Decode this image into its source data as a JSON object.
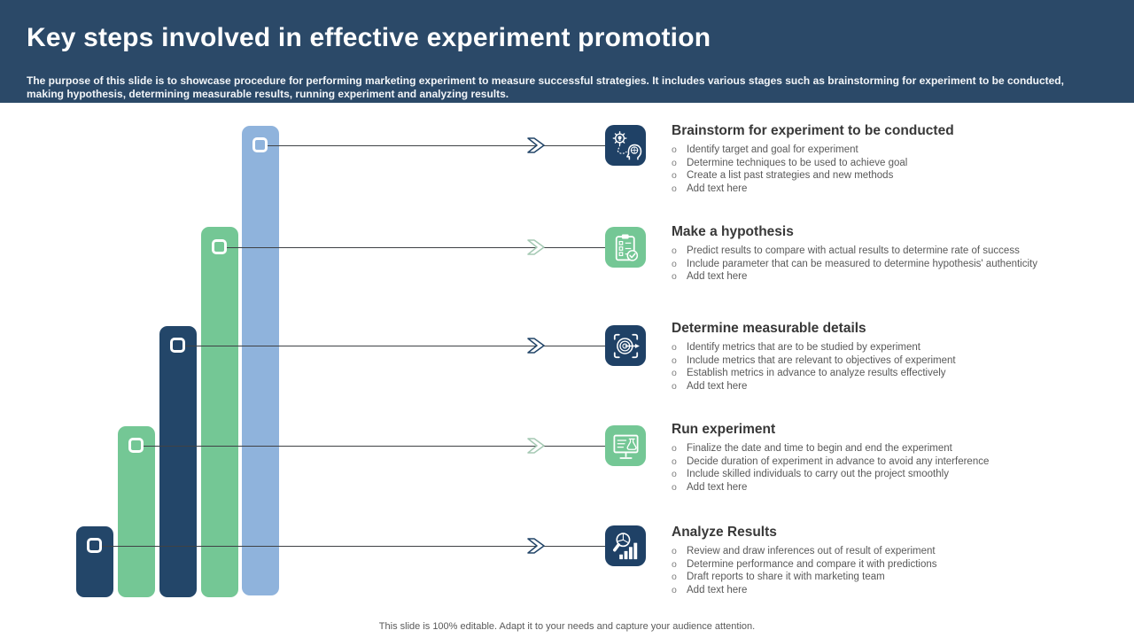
{
  "slide": {
    "title": "Key steps involved in effective experiment promotion",
    "subtitle": "The purpose of this slide is to showcase procedure for performing marketing experiment to measure successful strategies. It includes various stages such as brainstorming for experiment to be conducted, making hypothesis, determining measurable results, running experiment and analyzing results.",
    "footer": "This slide is 100% editable. Adapt it to your  needs and capture your audience attention."
  },
  "colors": {
    "header_bg": "#2b4968",
    "navy": "#234669",
    "green": "#74c795",
    "light_blue": "#8fb3dc",
    "connector_line": "#3f4245",
    "heading_text": "#383838",
    "body_text": "#595959"
  },
  "steps": [
    {
      "title": "Brainstorm for experiment to be conducted",
      "icon": "bulb-gear-brain-icon",
      "tile_color": "navy",
      "bullets": [
        "Identify target and goal for experiment",
        "Determine techniques to be used to achieve goal",
        "Create a list past strategies and new methods",
        "Add text here"
      ]
    },
    {
      "title": "Make a hypothesis",
      "icon": "clipboard-check-icon",
      "tile_color": "green",
      "bullets": [
        "Predict results to compare with actual results to determine rate of success",
        "Include parameter that can be measured to determine hypothesis' authenticity",
        "Add text here"
      ]
    },
    {
      "title": "Determine measurable details",
      "icon": "target-arrow-icon",
      "tile_color": "navy",
      "bullets": [
        "Identify metrics that are to be studied by experiment",
        "Include metrics that are relevant to objectives of experiment",
        "Establish metrics in advance to analyze results effectively",
        "Add text here"
      ]
    },
    {
      "title": "Run experiment",
      "icon": "monitor-flask-icon",
      "tile_color": "green",
      "bullets": [
        "Finalize the date and time to begin and end the experiment",
        "Decide duration of experiment in advance to avoid any interference",
        "Include skilled individuals to carry out the project smoothly",
        "Add text here"
      ]
    },
    {
      "title": "Analyze Results",
      "icon": "magnifier-chart-icon",
      "tile_color": "navy",
      "bullets": [
        "Review and draw inferences out of result of experiment",
        "Determine performance and compare it with predictions",
        "Draft reports to share it with marketing team",
        "Add text here"
      ]
    }
  ],
  "chart": {
    "type": "bar",
    "role": "decorative step-progression bars, no axis values shown",
    "bars": [
      {
        "position": 1,
        "color": "navy",
        "relative_height": 80,
        "linked_step": "Analyze Results"
      },
      {
        "position": 2,
        "color": "green",
        "relative_height": 193,
        "linked_step": "Run experiment"
      },
      {
        "position": 3,
        "color": "navy",
        "relative_height": 306,
        "linked_step": "Determine measurable details"
      },
      {
        "position": 4,
        "color": "green",
        "relative_height": 418,
        "linked_step": "Make a hypothesis"
      },
      {
        "position": 5,
        "color": "light_blue",
        "relative_height": 532,
        "linked_step": "Brainstorm for experiment to be conducted"
      }
    ]
  }
}
